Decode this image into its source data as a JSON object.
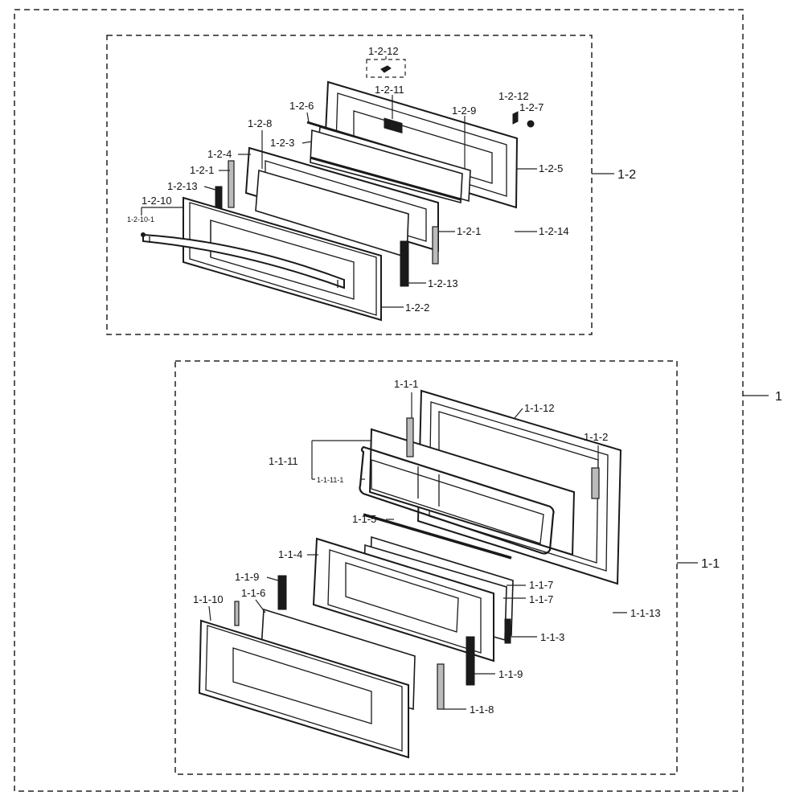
{
  "groups": {
    "assembly": "1",
    "upper": "1-2",
    "lower": "1-1"
  },
  "upper_labels": {
    "l_1_2_12_top": "1-2-12",
    "l_1_2_11": "1-2-11",
    "l_1_2_12_r": "1-2-12",
    "l_1_2_7": "1-2-7",
    "l_1_2_6": "1-2-6",
    "l_1_2_9": "1-2-9",
    "l_1_2_8": "1-2-8",
    "l_1_2_3": "1-2-3",
    "l_1_2_4": "1-2-4",
    "l_1_2_5": "1-2-5",
    "l_1_2_1_l": "1-2-1",
    "l_1_2_13_l": "1-2-13",
    "l_1_2_10": "1-2-10",
    "l_1_2_10_1": "1-2-10-1",
    "l_1_2_1_r": "1-2-1",
    "l_1_2_14": "1-2-14",
    "l_1_2_13_r": "1-2-13",
    "l_1_2_2": "1-2-2"
  },
  "lower_labels": {
    "l_1_1_1": "1-1-1",
    "l_1_1_12": "1-1-12",
    "l_1_1_2": "1-1-2",
    "l_1_1_11": "1-1-11",
    "l_1_1_11_1": "1-1-11-1",
    "l_1_1_5": "1-1-5",
    "l_1_1_4": "1-1-4",
    "l_1_1_7_a": "1-1-7",
    "l_1_1_7_b": "1-1-7",
    "l_1_1_9_l": "1-1-9",
    "l_1_1_13": "1-1-13",
    "l_1_1_10": "1-1-10",
    "l_1_1_6": "1-1-6",
    "l_1_1_3": "1-1-3",
    "l_1_1_9_r": "1-1-9",
    "l_1_1_8": "1-1-8"
  }
}
